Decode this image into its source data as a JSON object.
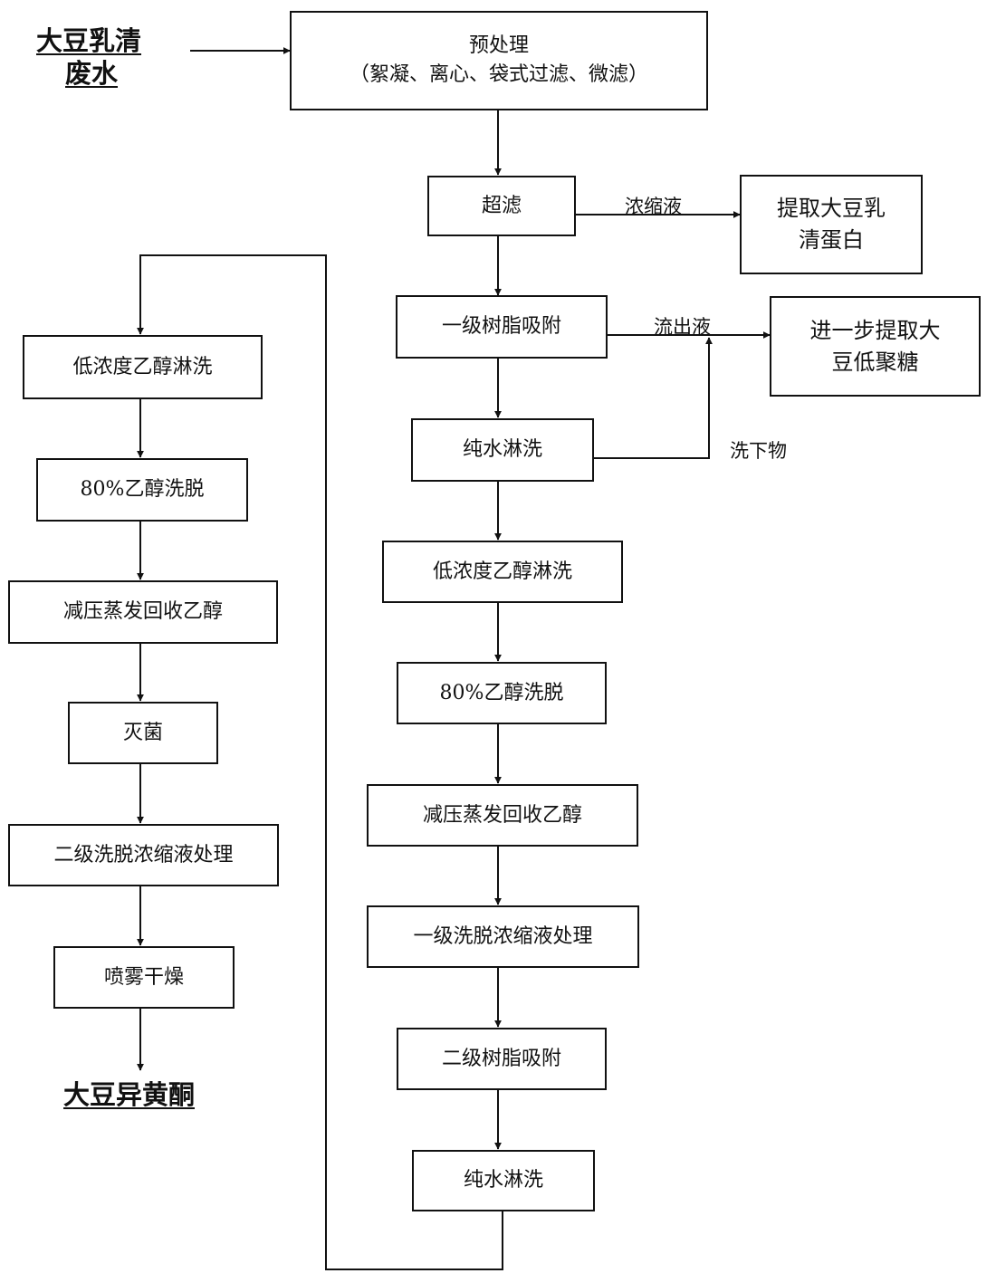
{
  "source": {
    "line1": "大豆乳清",
    "line2": "废水"
  },
  "product": "大豆异黄酮",
  "right_column": {
    "pretreat": {
      "line1": "预处理",
      "line2": "（絮凝、离心、袋式过滤、微滤）"
    },
    "ultrafiltration": "超滤",
    "protein": {
      "line1": "提取大豆乳",
      "line2": "清蛋白"
    },
    "resin1": "一级树脂吸附",
    "oligo": {
      "line1": "进一步提取大",
      "line2": "豆低聚糖"
    },
    "water_wash1": "纯水淋洗",
    "ethanol_low1": "低浓度乙醇淋洗",
    "elute80_1": "80%乙醇洗脱",
    "evap1": "减压蒸发回收乙醇",
    "conc1": "一级洗脱浓缩液处理",
    "resin2": "二级树脂吸附",
    "water_wash2": "纯水淋洗"
  },
  "left_column": {
    "ethanol_low2": "低浓度乙醇淋洗",
    "elute80_2": "80%乙醇洗脱",
    "evap2": "减压蒸发回收乙醇",
    "sterilize": "灭菌",
    "conc2": "二级洗脱浓缩液处理",
    "spray": "喷雾干燥"
  },
  "edge_labels": {
    "concentrate": "浓缩液",
    "effluent": "流出液",
    "washings": "洗下物"
  }
}
